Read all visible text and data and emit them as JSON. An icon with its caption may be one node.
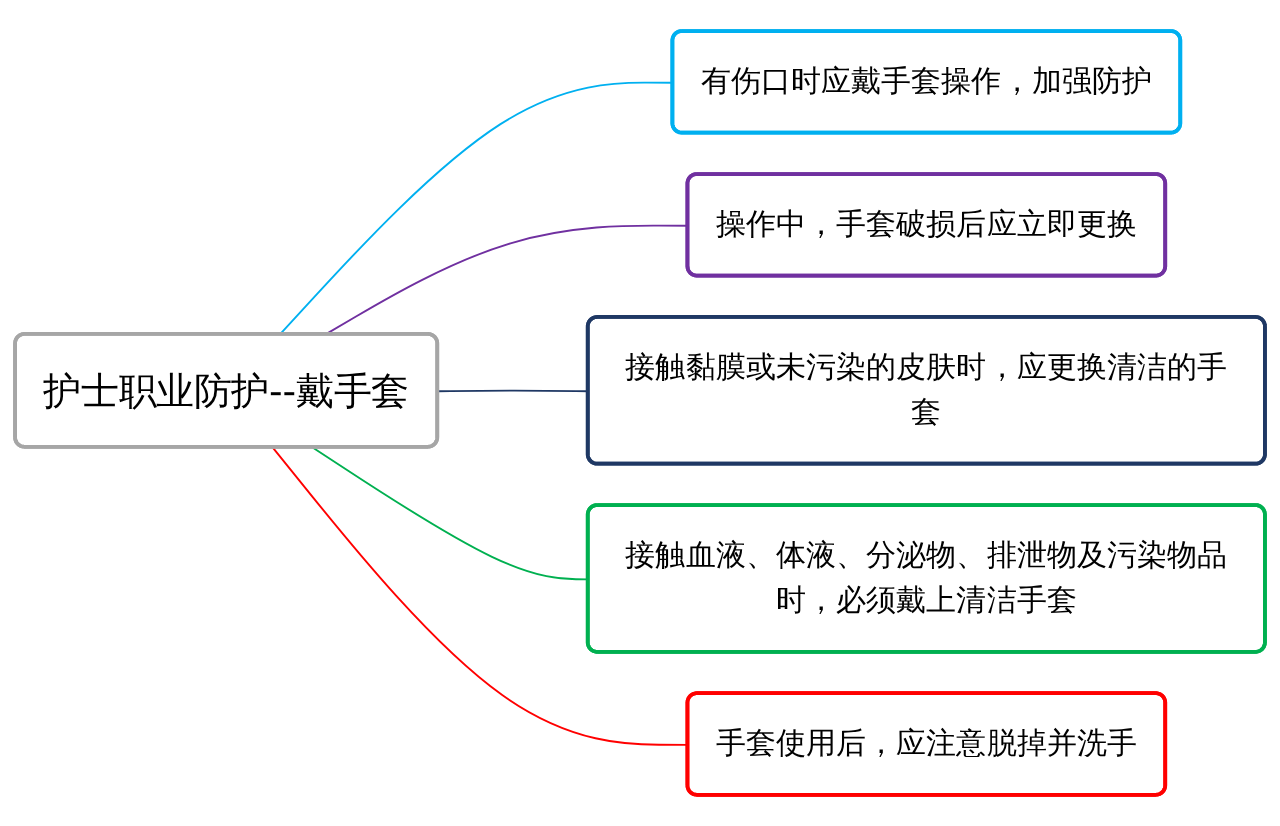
{
  "diagram": {
    "nodes": [
      {
        "text": [
          "护士职业防护--戴手套"
        ]
      },
      {
        "text": [
          "有伤口时应戴手套操作，加强防护"
        ]
      },
      {
        "text": [
          "操作中，手套破损后应立即更换"
        ]
      },
      {
        "text": [
          "接触黏膜或未污染的皮肤时，应更换清洁的手套"
        ]
      },
      {
        "text": [
          "接触血液、体液、分泌物、排泄物及污染物品时，必须戴上清洁手套"
        ]
      },
      {
        "text": [
          "手套使用后，应注意脱掉并洗手"
        ]
      }
    ],
    "edges": [
      {
        "from": 0,
        "to": 1,
        "arrow": "none",
        "color": "#00b0f0"
      },
      {
        "from": 0,
        "to": 2,
        "arrow": "none",
        "color": "#7030a0"
      },
      {
        "from": 0,
        "to": 3,
        "arrow": "none",
        "color": "#1f3864"
      },
      {
        "from": 0,
        "to": 4,
        "arrow": "none",
        "color": "#00b050"
      },
      {
        "from": 0,
        "to": 5,
        "arrow": "none",
        "color": "#ff0000"
      }
    ]
  }
}
